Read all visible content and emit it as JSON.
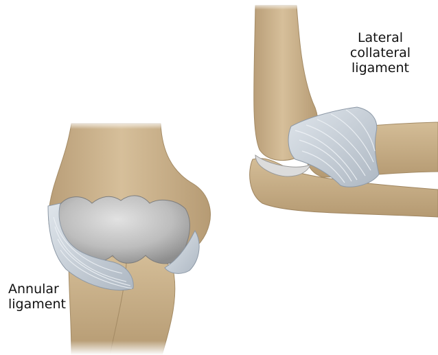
{
  "labels": {
    "lateral_collateral_ligament": [
      "Lateral",
      "collateral",
      "ligament"
    ],
    "annular_ligament": [
      "Annular",
      "ligament"
    ]
  },
  "colors": {
    "background": "#ffffff",
    "bone": "#cdb48f",
    "bone_shadow": "#a88d66",
    "cartilage": "#c2c2c2",
    "ligament": "#c9d2dc",
    "ligament_fiber": "#e6ebf0",
    "label_text": "#111111"
  }
}
